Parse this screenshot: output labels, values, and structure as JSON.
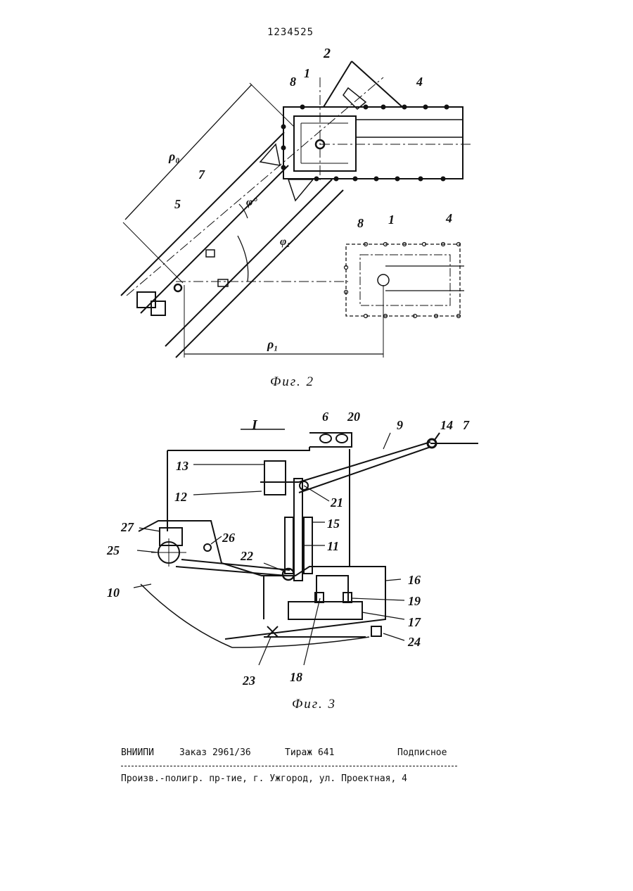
{
  "patent_number": "1234525",
  "fig2": {
    "caption": "Фиг. 2",
    "labels": {
      "l1": "1",
      "l2": "2",
      "l4": "4",
      "l5": "5",
      "l7": "7",
      "l8": "8",
      "l1b": "1",
      "l4b": "4",
      "l8b": "8",
      "rho0": "ρ₀",
      "rho1": "ρ₁",
      "phi0": "φ°",
      "phi1": "φ₁"
    }
  },
  "fig3": {
    "caption": "Фиг. 3",
    "view_label": "I",
    "labels": {
      "l6": "6",
      "l20": "20",
      "l9": "9",
      "l14": "14",
      "l7": "7",
      "l13": "13",
      "l12": "12",
      "l21": "21",
      "l15": "15",
      "l11": "11",
      "l27": "27",
      "l26": "26",
      "l25": "25",
      "l22": "22",
      "l16": "16",
      "l10": "10",
      "l19": "19",
      "l17": "17",
      "l24": "24",
      "l23": "23",
      "l18": "18"
    }
  },
  "footer": {
    "org": "ВНИИПИ",
    "order": "Заказ 2961/36",
    "circulation": "Тираж 641",
    "subscription": "Подписное",
    "address": "Произв.-полигр. пр-тие, г. Ужгород, ул. Проектная, 4"
  }
}
